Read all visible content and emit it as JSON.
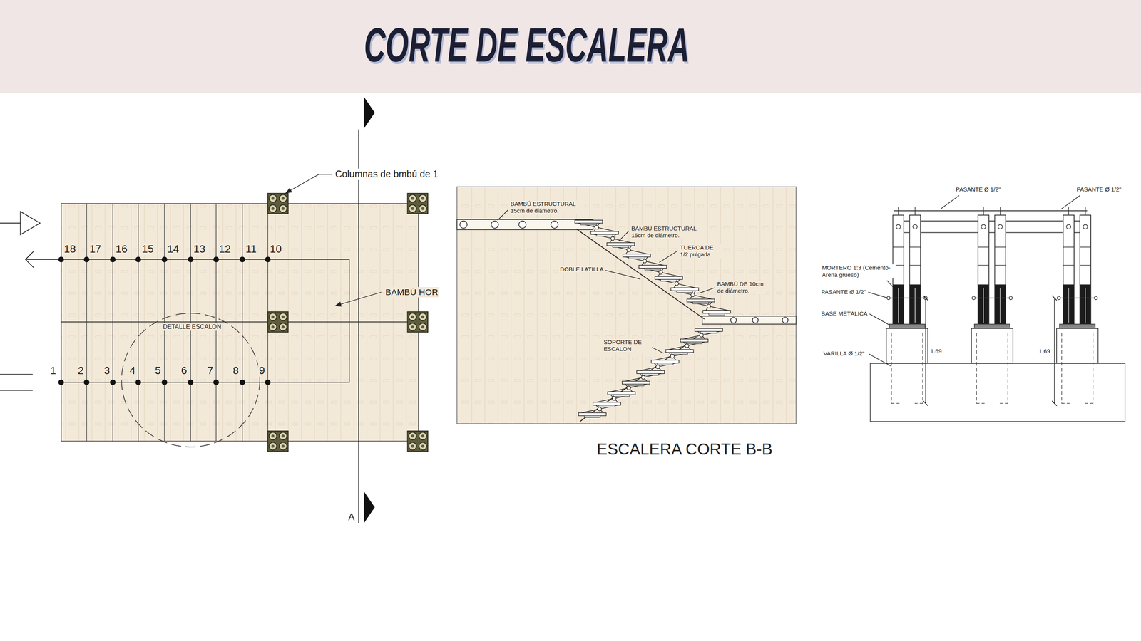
{
  "diagram": {
    "title": "CORTE DE ESCALERA",
    "caption": "ESCALERA CORTE B-B",
    "labels": [
      "Columnas de bmbú de 1",
      "18",
      "17",
      "16",
      "15",
      "14",
      "13",
      "12",
      "11",
      "10",
      "BAMBÚ HOR",
      "DETALLE ESCALON",
      "1",
      "2",
      "3",
      "4",
      "5",
      "6",
      "7",
      "8",
      "9",
      "A",
      "BAMBÚ ESTRUCTURAL 15cm de diámetro.",
      "BAMBÚ ESTRUCTURAL 15cm de diámetro.",
      "TUERCA DE 1/2 pulgada",
      "DOBLE LATILLA",
      "BAMBÚ DE 10cm de diámetro.",
      "SOPORTE DE ESCALON",
      "PASANTE Ø 1/2\"",
      "PASANTE Ø 1/2\"",
      "MORTERO 1:3 (Cemento-Arena grueso)",
      "PASANTE Ø 1/2\"",
      "BASE METÁLICA",
      "VARILLA Ø 1/2\"",
      "1.69",
      "1.69"
    ]
  }
}
